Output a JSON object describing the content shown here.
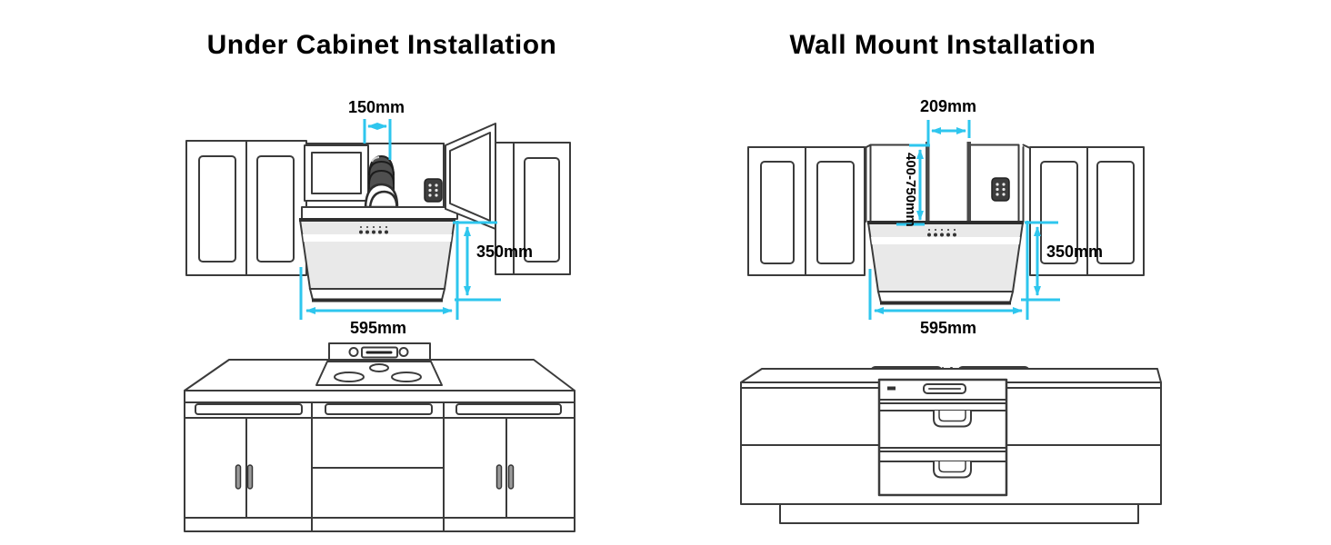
{
  "colors": {
    "dimension_line": "#2ec6ee",
    "artwork_line": "#3b3b3b",
    "hood_fill": "#e9e9e9",
    "duct_fill": "#4f4f4f"
  },
  "sections": [
    {
      "title": "Under Cabinet Installation",
      "dimensions": {
        "duct_clearance": "150mm",
        "hood_height": "350mm",
        "hood_width": "595mm"
      }
    },
    {
      "title": "Wall Mount Installation",
      "dimensions": {
        "chimney_width": "209mm",
        "mounting_height_range": "400-750mm",
        "hood_height": "350mm",
        "hood_width": "595mm"
      }
    }
  ]
}
